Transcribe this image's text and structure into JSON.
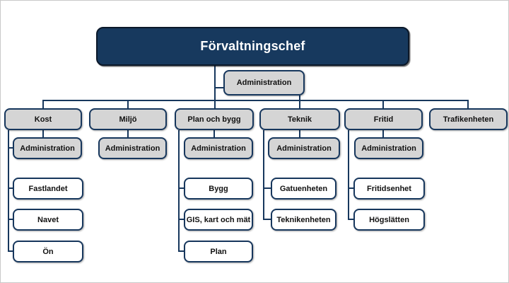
{
  "chart_title": "Förvaltningschef",
  "root": {
    "label": "Förvaltningschef"
  },
  "assistant": {
    "label": "Administration"
  },
  "departments": [
    {
      "label": "Kost",
      "admin": "Administration",
      "children": [
        "Fastlandet",
        "Navet",
        "Ön"
      ]
    },
    {
      "label": "Miljö",
      "admin": "Administration",
      "children": []
    },
    {
      "label": "Plan och bygg",
      "admin": "Administration",
      "children": [
        "Bygg",
        "GIS, kart och mät",
        "Plan"
      ]
    },
    {
      "label": "Teknik",
      "admin": "Administration",
      "children": [
        "Gatuenheten",
        "Teknikenheten"
      ]
    },
    {
      "label": "Fritid",
      "admin": "Administration",
      "children": [
        "Fritidsenhet",
        "Högslätten"
      ]
    },
    {
      "label": "Trafikenheten",
      "admin": null,
      "children": []
    }
  ],
  "colors": {
    "navy_box_fill": "#17395E",
    "navy_border_line": "#17375D",
    "gray_box_fill": "#D5D5D5",
    "white_box_fill": "#FFFFFF",
    "root_text": "#FFFFFF",
    "label_text": "#111111"
  }
}
